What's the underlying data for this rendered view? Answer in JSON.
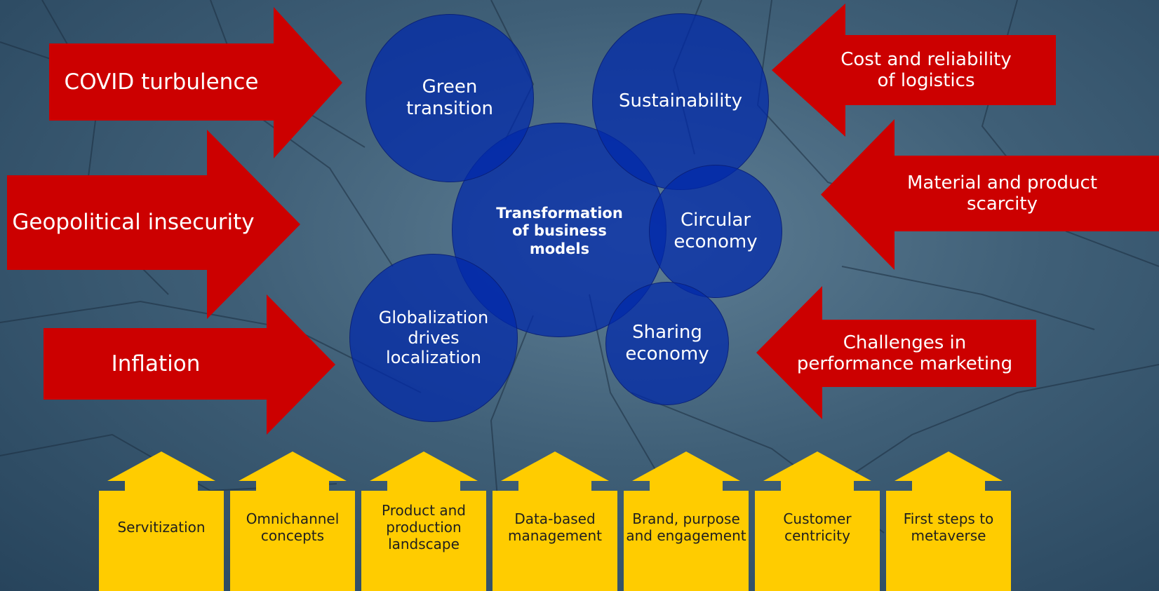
{
  "colors": {
    "red_arrow": "#cc0000",
    "blue_circle": "#0a2ea8",
    "yellow_arrow": "#ffcc00",
    "background": "#3f5f77"
  },
  "left_arrows": [
    {
      "label": "COVID turbulence"
    },
    {
      "label": "Geopolitical insecurity"
    },
    {
      "label": "Inflation"
    }
  ],
  "right_arrows": [
    {
      "label": "Cost and reliability\nof logistics"
    },
    {
      "label": "Material and product\nscarcity"
    },
    {
      "label": "Challenges in\nperformance marketing"
    }
  ],
  "center": {
    "label": "Transformation\nof business\nmodels"
  },
  "circles": [
    {
      "label": "Green\ntransition"
    },
    {
      "label": "Sustainability"
    },
    {
      "label": "Circular\neconomy"
    },
    {
      "label": "Globalization\ndrives\nlocalization"
    },
    {
      "label": "Sharing\neconomy"
    }
  ],
  "bottom_items": [
    {
      "label": "Servitization"
    },
    {
      "label": "Omnichannel\nconcepts"
    },
    {
      "label": "Product and\nproduction\nlandscape"
    },
    {
      "label": "Data-based\nmanagement"
    },
    {
      "label": "Brand, purpose\nand engagement"
    },
    {
      "label": "Customer\ncentricity"
    },
    {
      "label": "First steps to\nmetaverse"
    }
  ]
}
